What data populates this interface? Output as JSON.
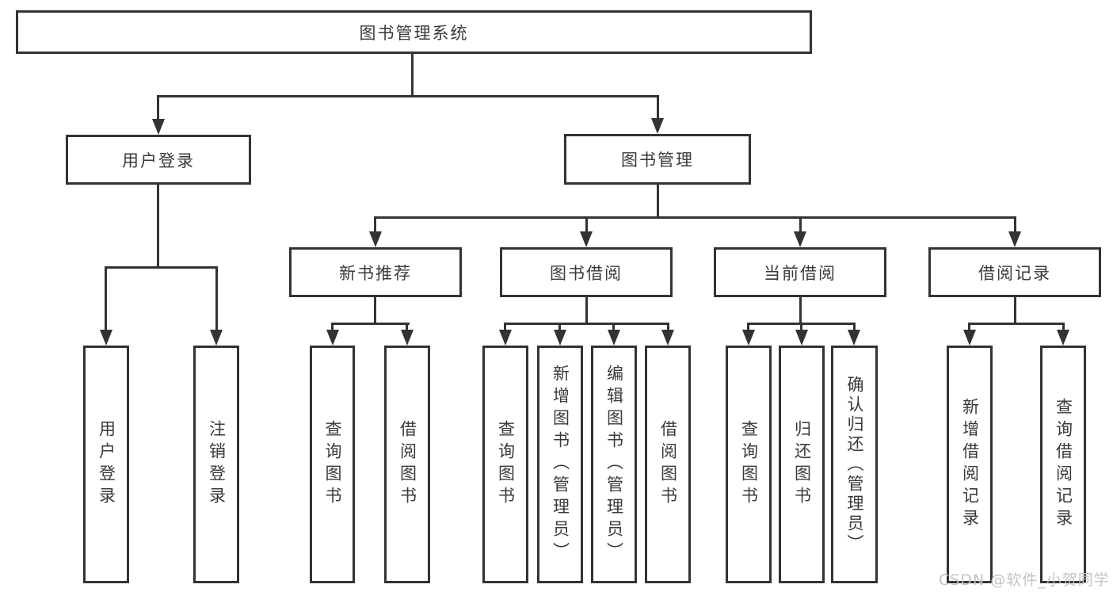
{
  "root": {
    "label": "图书管理系统"
  },
  "level2": [
    {
      "id": "user-login",
      "label": "用户登录"
    },
    {
      "id": "book-management",
      "label": "图书管理"
    }
  ],
  "level3": [
    {
      "id": "new-book-recommend",
      "label": "新书推荐"
    },
    {
      "id": "book-borrow",
      "label": "图书借阅"
    },
    {
      "id": "current-borrow",
      "label": "当前借阅"
    },
    {
      "id": "borrow-records",
      "label": "借阅记录"
    }
  ],
  "leaves": [
    {
      "id": "user-login-op",
      "label": "用户登录"
    },
    {
      "id": "logout-op",
      "label": "注销登录"
    },
    {
      "id": "recommend-query-books",
      "label": "查询图书"
    },
    {
      "id": "recommend-borrow-books",
      "label": "借阅图书"
    },
    {
      "id": "borrow-query-books",
      "label": "查询图书"
    },
    {
      "id": "borrow-add-books",
      "label": "新增图书（管理员）"
    },
    {
      "id": "borrow-edit-books",
      "label": "编辑图书（管理员）"
    },
    {
      "id": "borrow-borrow-books",
      "label": "借阅图书"
    },
    {
      "id": "current-query-books",
      "label": "查询图书"
    },
    {
      "id": "current-return-books",
      "label": "归还图书"
    },
    {
      "id": "current-confirm-return",
      "label": "确认归还（管理员）"
    },
    {
      "id": "records-add-record",
      "label": "新增借阅记录"
    },
    {
      "id": "records-query-record",
      "label": "查询借阅记录"
    }
  ],
  "watermark": {
    "text": "CSDN @软件_小贺同学"
  },
  "colors": {
    "line": "#333333",
    "text": "#3a3a3a",
    "watermark": "#bec1c5",
    "background": "#ffffff"
  }
}
